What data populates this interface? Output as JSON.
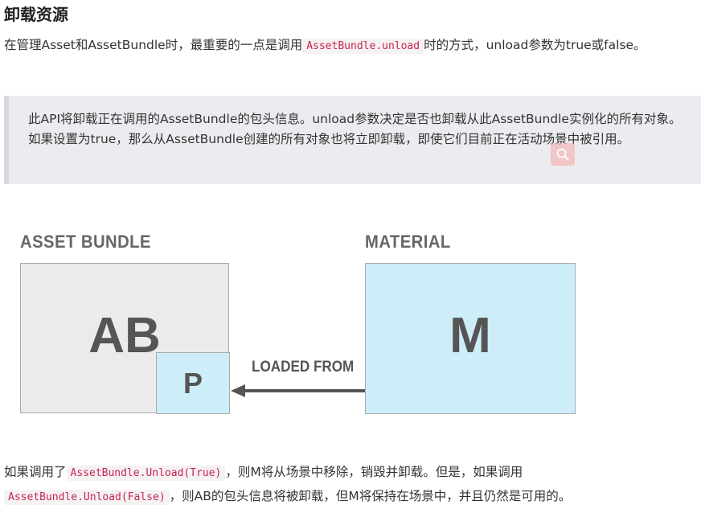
{
  "section": {
    "title": "卸载资源"
  },
  "intro": {
    "text_before": "在管理Asset和AssetBundle时，最重要的一点是调用",
    "code": "AssetBundle.unload",
    "text_after": "时的方式，unload参数为true或false。"
  },
  "note": {
    "text": "此API将卸载正在调用的AssetBundle的包头信息。unload参数决定是否也卸载从此AssetBundle实例化的所有对象。如果设置为true，那么从AssetBundle创建的所有对象也将立即卸载，即使它们目前正在活动场景中被引用。",
    "icon": "search-icon"
  },
  "diagram": {
    "left_title": "ASSET BUNDLE",
    "left_box_label": "AB",
    "inner_box_label": "P",
    "right_title": "MATERIAL",
    "right_box_label": "M",
    "arrow_label": "LOADED FROM",
    "colors": {
      "asset_bundle_fill": "#ebebeb",
      "material_fill": "#cdeef8",
      "arrow": "#555555"
    }
  },
  "outro": {
    "part1": "如果调用了",
    "code1": "AssetBundle.Unload(True)",
    "part2": "，则M将从场景中移除，销毁并卸载。但是，如果调用",
    "code2": "AssetBundle.Unload(False)",
    "part3": "，则AB的包头信息将被卸载，但M将保持在场景中，并且仍然是可用的。"
  }
}
